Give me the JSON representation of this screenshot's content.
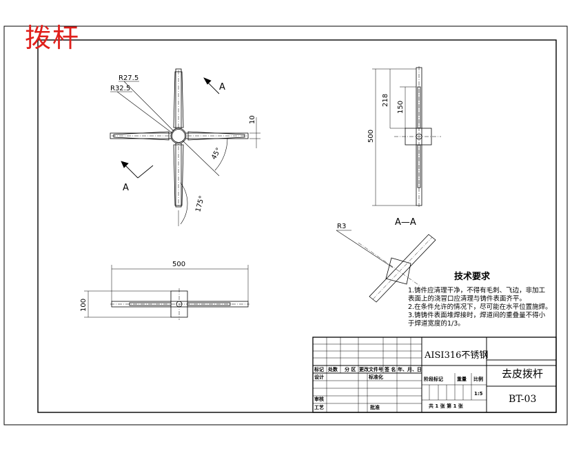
{
  "drawing": {
    "main_title": "拨杆",
    "dims": {
      "r_inner": "R27.5",
      "r_outer": "R32.5",
      "arm_angle": "45°",
      "sweep_angle": "175°",
      "small_dim": "10",
      "height_total": "500",
      "height_218": "218",
      "height_150": "150",
      "bottom_length": "500",
      "bottom_height": "100",
      "radius_r3": "R3"
    },
    "labels": {
      "section_a_top": "A",
      "section_a_bottom": "A",
      "section_view": "A—A"
    }
  },
  "tech": {
    "title": "技术要求",
    "lines": [
      "1.铸件应清理干净，不得有毛刺、飞边，非加工",
      "表面上的浇冒口应清理与铸件表面齐平。",
      "2.在条件允许的情况下，尽可能在水平位置施焊。",
      "3.铸铸件表面堆焊接时，焊道间的重叠量不得小",
      "于焊道宽度的1/3。"
    ]
  },
  "title_block": {
    "material": "AISI316不锈钢",
    "part_name": "去皮拨杆",
    "drawing_no": "BT-03",
    "scale": "1:5",
    "h_mark": "标记",
    "h_count": "处数",
    "h_zone": "分 区",
    "h_doc": "更改文件号",
    "h_sign": "签 名",
    "h_date": "年、月、日",
    "r_design": "设计",
    "r_std": "标准化",
    "r_review": "审核",
    "r_process": "工艺",
    "r_approve": "批准",
    "stage_mark": "阶段标记",
    "weight": "重量",
    "ratio": "比例",
    "sheets": "共 1 张  第 1 张"
  }
}
